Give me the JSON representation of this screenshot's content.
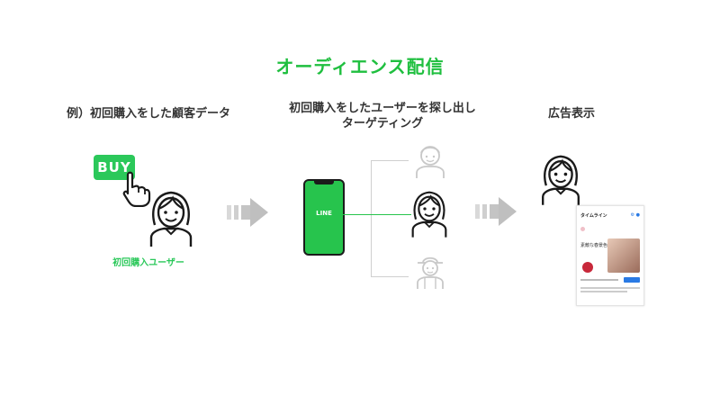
{
  "title": "オーディエンス配信",
  "columns": {
    "left": "例）初回購入をした顧客データ",
    "middle": "初回購入をしたユーザーを探し出し\nターゲティング",
    "right": "広告表示"
  },
  "buy_button": "BUY",
  "first_user_label": "初回購入ユーザー",
  "phone_label": "LINE",
  "timeline": {
    "header": "タイムライン",
    "catch_text": "素敵な春景色"
  },
  "colors": {
    "accent": "#1fbf3f",
    "line_green": "#27c44d",
    "arrow": "#bfbfbf",
    "faded_person": "#c8c8c8"
  },
  "icons": [
    "buy-button-icon",
    "pointing-hand-icon",
    "person-icon",
    "smartphone-icon",
    "chevron-arrow-icon"
  ]
}
